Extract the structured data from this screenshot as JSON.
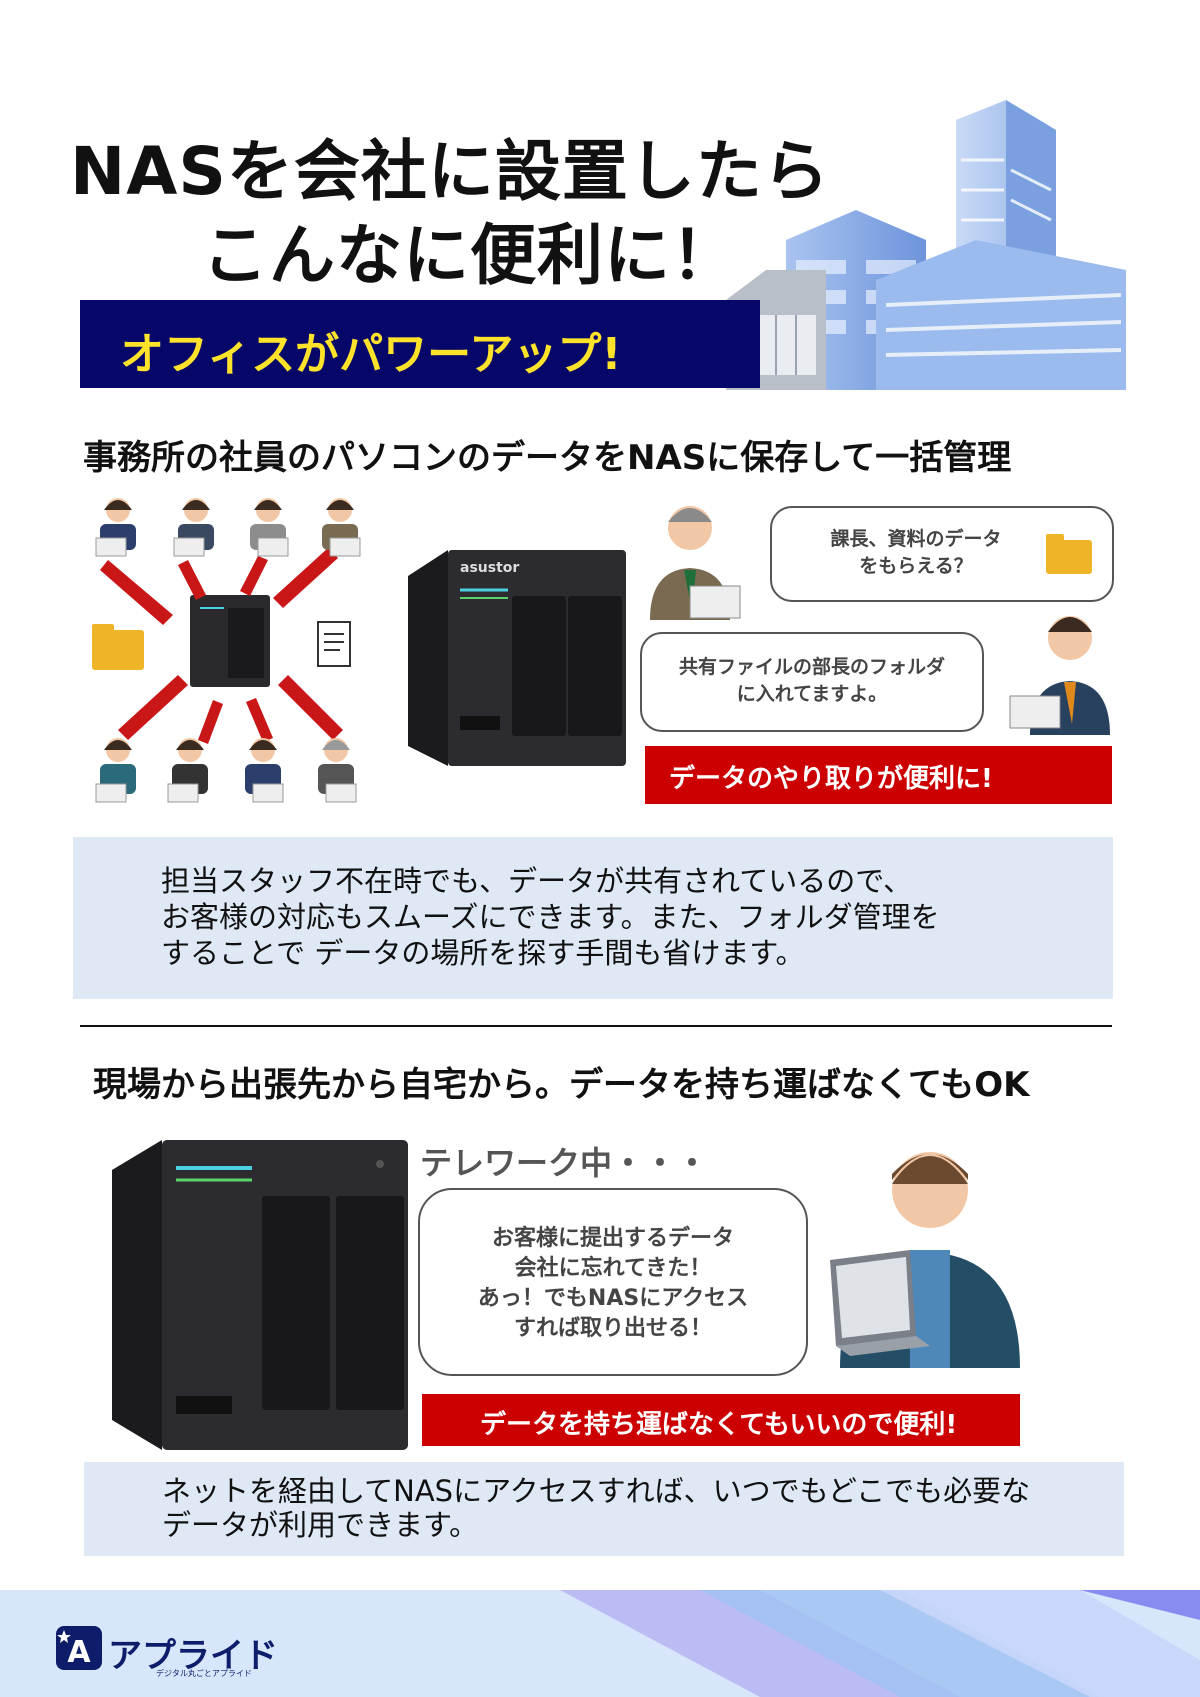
{
  "title": {
    "line1": "NASを会社に設置したら",
    "line2": "こんなに便利に！"
  },
  "banner": {
    "text": "オフィスがパワーアップ!"
  },
  "section1": {
    "heading": "事務所の社員のパソコンのデータをNASに保存して一括管理",
    "nas_brand": "asustor",
    "bubble_manager": {
      "line1": "課長、資料のデータ",
      "line2": "をもらえる？"
    },
    "bubble_reply": {
      "line1": "共有ファイルの部長のフォルダ",
      "line2": "に入れてますよ。"
    },
    "red_bar": "データのやり取りが便利に!",
    "info": {
      "line1": "担当スタッフ不在時でも、データが共有されているので、",
      "line2": "お客様の対応もスムーズにできます。また、フォルダ管理を",
      "line3": "することで データの場所を探す手間も省けます。"
    }
  },
  "section2": {
    "heading": "現場から出張先から自宅から。データを持ち運ばなくてもOK",
    "telework": "テレワーク中・・・",
    "bubble": {
      "line1": "お客様に提出するデータ",
      "line2": "会社に忘れてきた！",
      "line3": "あっ！でもNASにアクセス",
      "line4": "すれば取り出せる！"
    },
    "red_bar": "データを持ち運ばなくてもいいので便利!",
    "info": {
      "line1": "ネットを経由してNASにアクセスすれば、いつでもどこでも必要な",
      "line2": "データが利用できます。"
    }
  },
  "footer": {
    "logo_name": "アプライド",
    "logo_tagline": "デジタル丸ごとアプライド"
  },
  "colors": {
    "banner_bg": "#070769",
    "banner_text": "#ffe22a",
    "red_bar": "#cc0000",
    "info_box": "#dfe9f6",
    "footer_bg": "#d7e6fa",
    "logo": "#0d1d6a"
  }
}
